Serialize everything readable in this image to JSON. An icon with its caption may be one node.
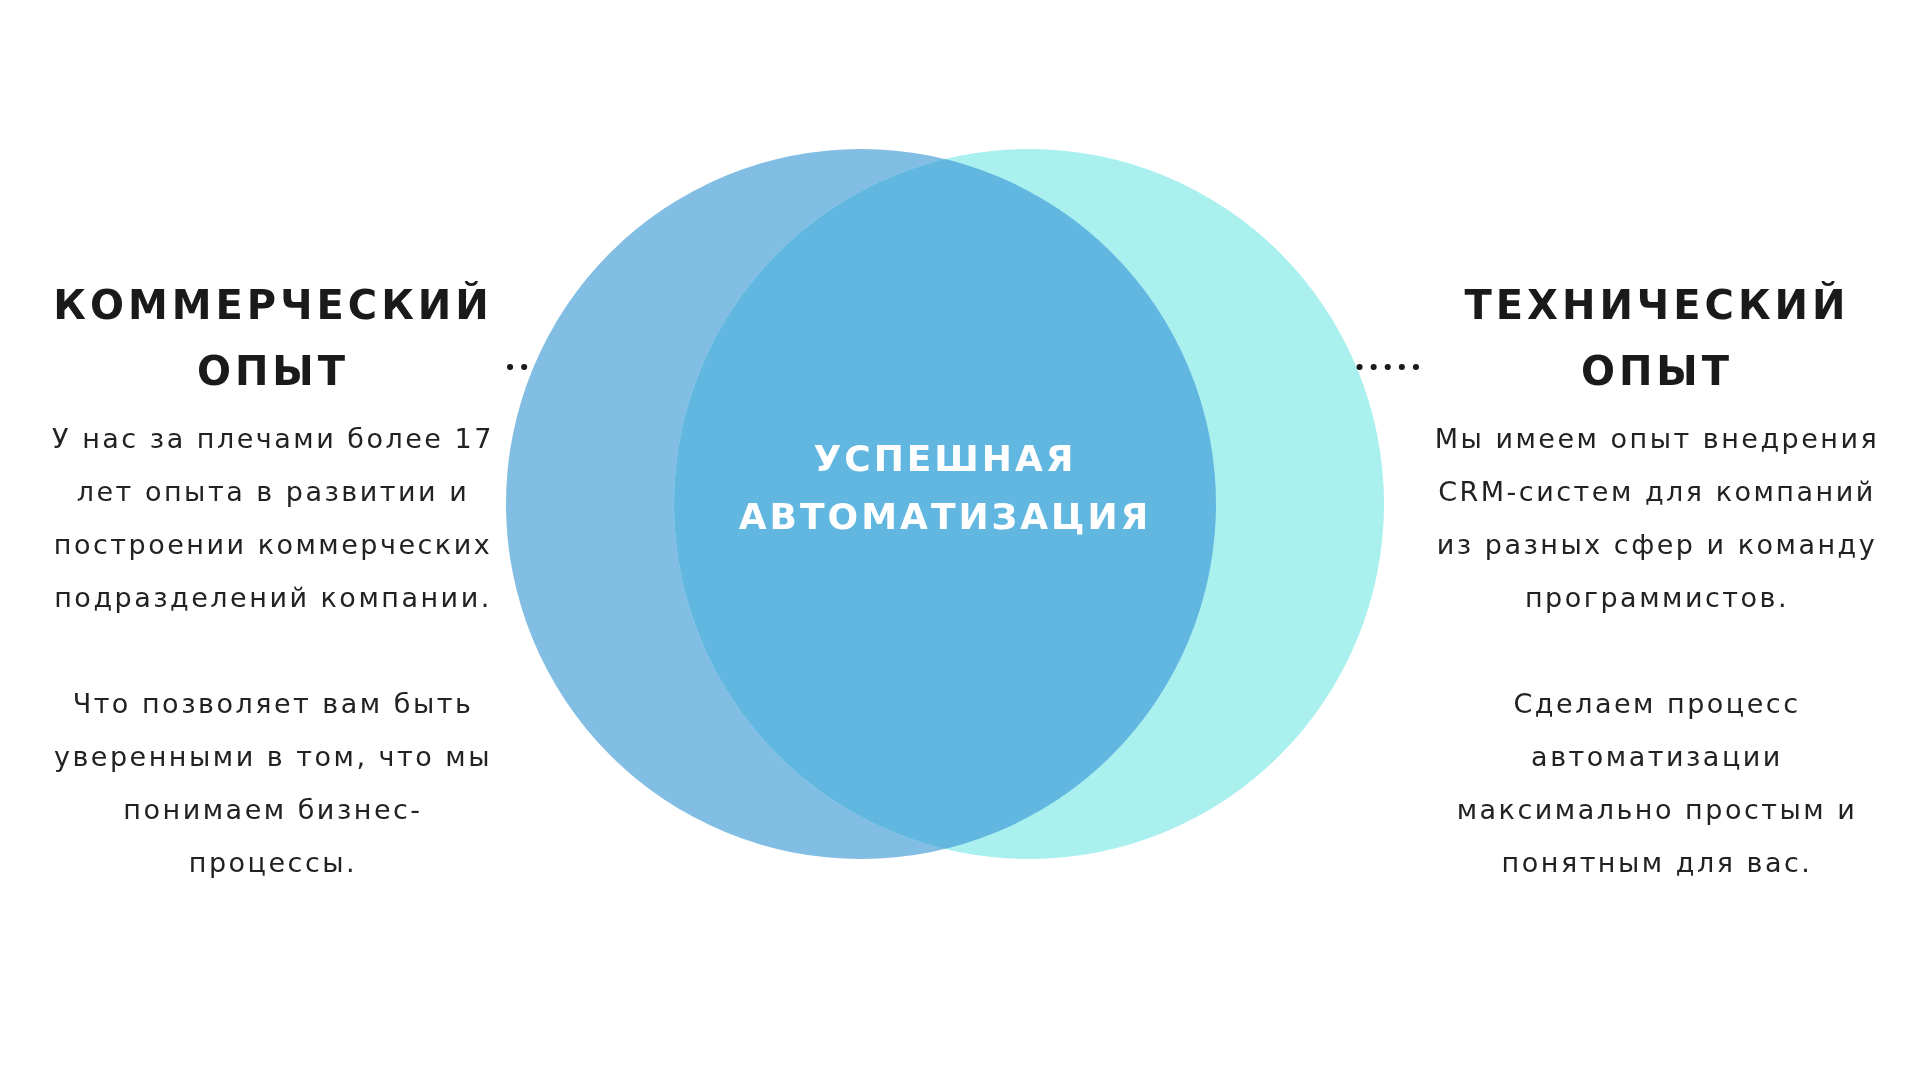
{
  "diagram": {
    "nodes": [
      {
        "text": [
          "КОММЕРЧЕСКИЙ ОПЫТ",
          "У нас за плечами более 17 лет опыта в развитии и построении коммерческих подразделений компании.",
          "Что позволяет вам быть уверенными в том, что мы понимаем бизнес-процессы."
        ]
      },
      {
        "text": [],
        "shape": "circle"
      },
      {
        "text": [],
        "shape": "circle"
      },
      {
        "text": [
          "ТЕХНИЧЕСКИЙ ОПЫТ",
          "Мы имеем опыт внедрения CRM-систем для компаний из разных сфер и команду программистов.",
          "Сделаем процесс автоматизации максимально простым и понятным для вас."
        ]
      }
    ],
    "edges": [
      {
        "from": 0,
        "to": 1,
        "arrow": "none",
        "style": "dashed"
      },
      {
        "from": 3,
        "to": 2,
        "arrow": "none",
        "style": "dashed"
      }
    ],
    "labels": [
      "УСПЕШНАЯ АВТОМАТИЗАЦИЯ"
    ]
  }
}
